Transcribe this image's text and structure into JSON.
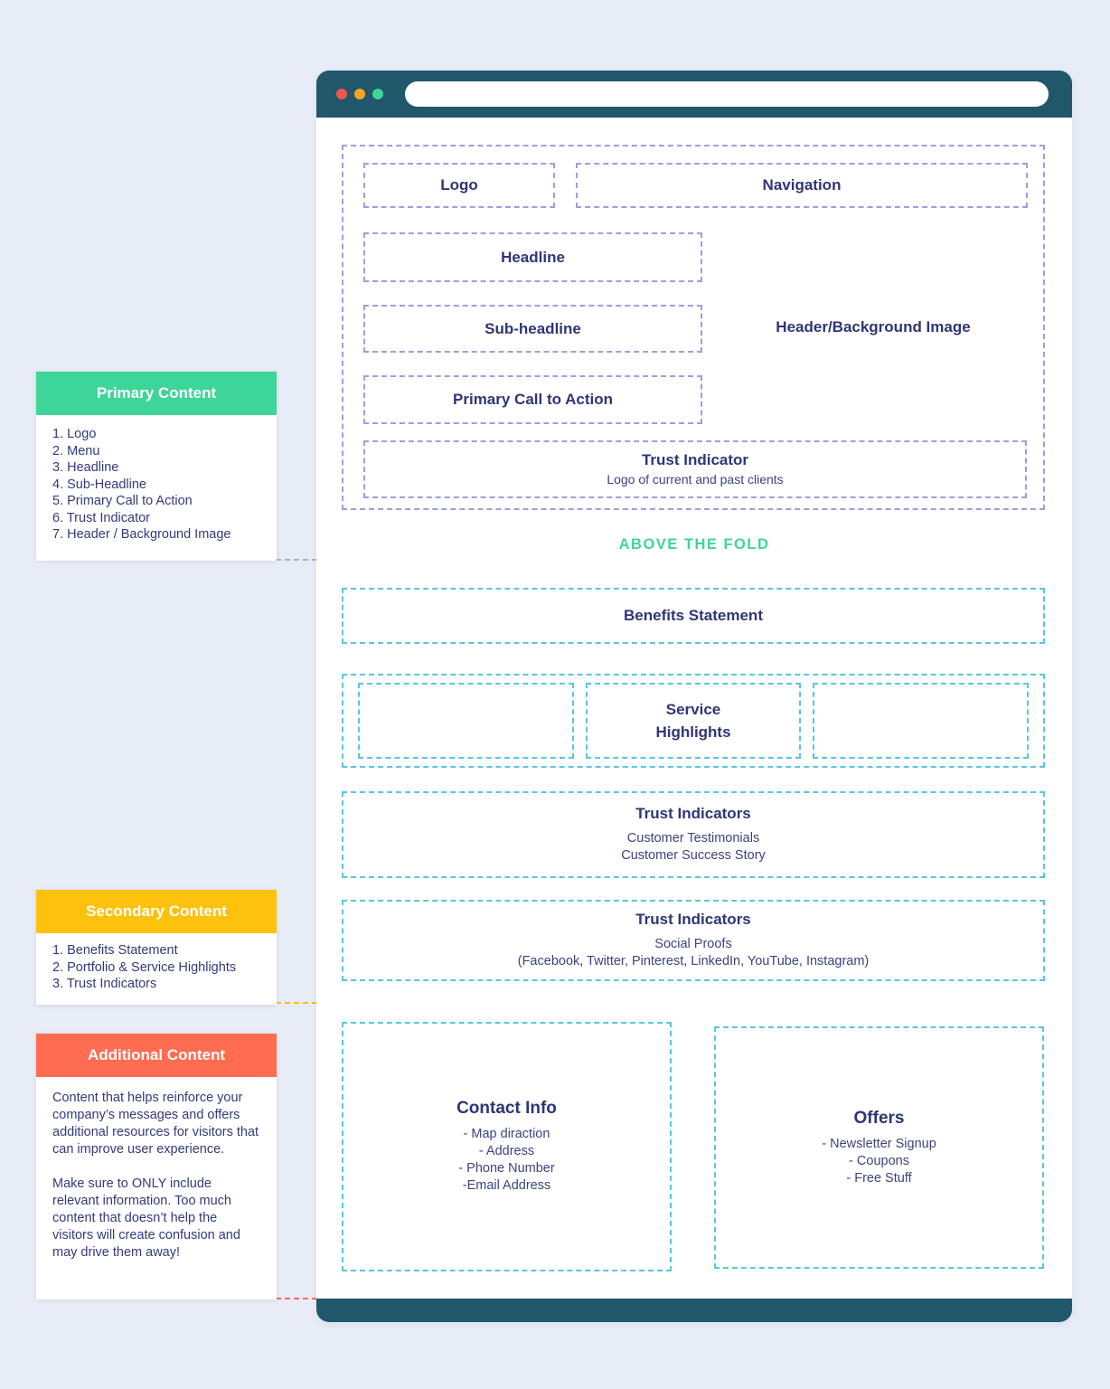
{
  "colors": {
    "page_background": "#e8ecf6",
    "browser_chrome": "#20576b",
    "purple_dash": "#9aa0de",
    "teal_dash": "#59c6da",
    "text_indigo": "#2f3576",
    "accent_green": "#3ed598",
    "accent_yellow": "#fec20e",
    "accent_orange": "#fe6d52",
    "dot_red": "#f0564f",
    "dot_yellow": "#f6a623",
    "dot_green": "#3ed598"
  },
  "sidebar": {
    "primary": {
      "title": "Primary Content",
      "items": [
        "1. Logo",
        "2. Menu",
        "3. Headline",
        "4. Sub-Headline",
        "5. Primary Call to Action",
        "6. Trust Indicator",
        "7. Header / Background Image"
      ]
    },
    "secondary": {
      "title": "Secondary Content",
      "items": [
        "1. Benefits Statement",
        "2. Portfolio & Service Highlights",
        "3. Trust Indicators"
      ]
    },
    "additional": {
      "title": "Additional Content",
      "paragraphs": [
        "Content that helps reinforce your company’s messages and offers additional resources for visitors that can improve user experience.",
        "Make sure to ONLY include relevant information. Too much content that doesn’t help the visitors will create confusion and may drive them away!"
      ]
    }
  },
  "browser": {
    "above_the_fold": "ABOVE THE FOLD",
    "hero": {
      "logo": "Logo",
      "navigation": "Navigation",
      "headline": "Headline",
      "subheadline": "Sub-headline",
      "header_image": "Header/Background Image",
      "primary_cta": "Primary Call to Action",
      "trust": {
        "title": "Trust Indicator",
        "subtitle": "Logo of current and past clients"
      }
    },
    "secondary": {
      "benefits": "Benefits Statement",
      "service_highlights": "Service\nHighlights",
      "trust_testimonials": {
        "title": "Trust Indicators",
        "line1": "Customer Testimonials",
        "line2": "Customer Success Story"
      },
      "trust_social": {
        "title": "Trust Indicators",
        "line1": "Social Proofs",
        "line2": "(Facebook,  Twitter, Pinterest, LinkedIn, YouTube, Instagram)"
      }
    },
    "additional": {
      "contact": {
        "title": "Contact Info",
        "lines": [
          "- Map diraction",
          "- Address",
          "- Phone Number",
          "-Email Address"
        ]
      },
      "offers": {
        "title": "Offers",
        "lines": [
          "- Newsletter Signup",
          "- Coupons",
          "- Free Stuff"
        ]
      }
    }
  }
}
